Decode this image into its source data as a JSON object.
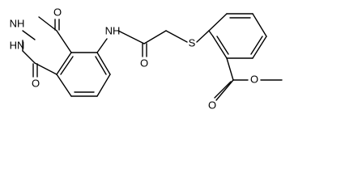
{
  "atoms": {
    "nh_upper": "NH",
    "hn_lower": "HN",
    "o_top": "O",
    "o_bottom": "O",
    "nh_amide": "NH",
    "o_amide": "O",
    "s_thioether": "S",
    "o_ester_carbonyl": "O",
    "o_ester": "O"
  }
}
